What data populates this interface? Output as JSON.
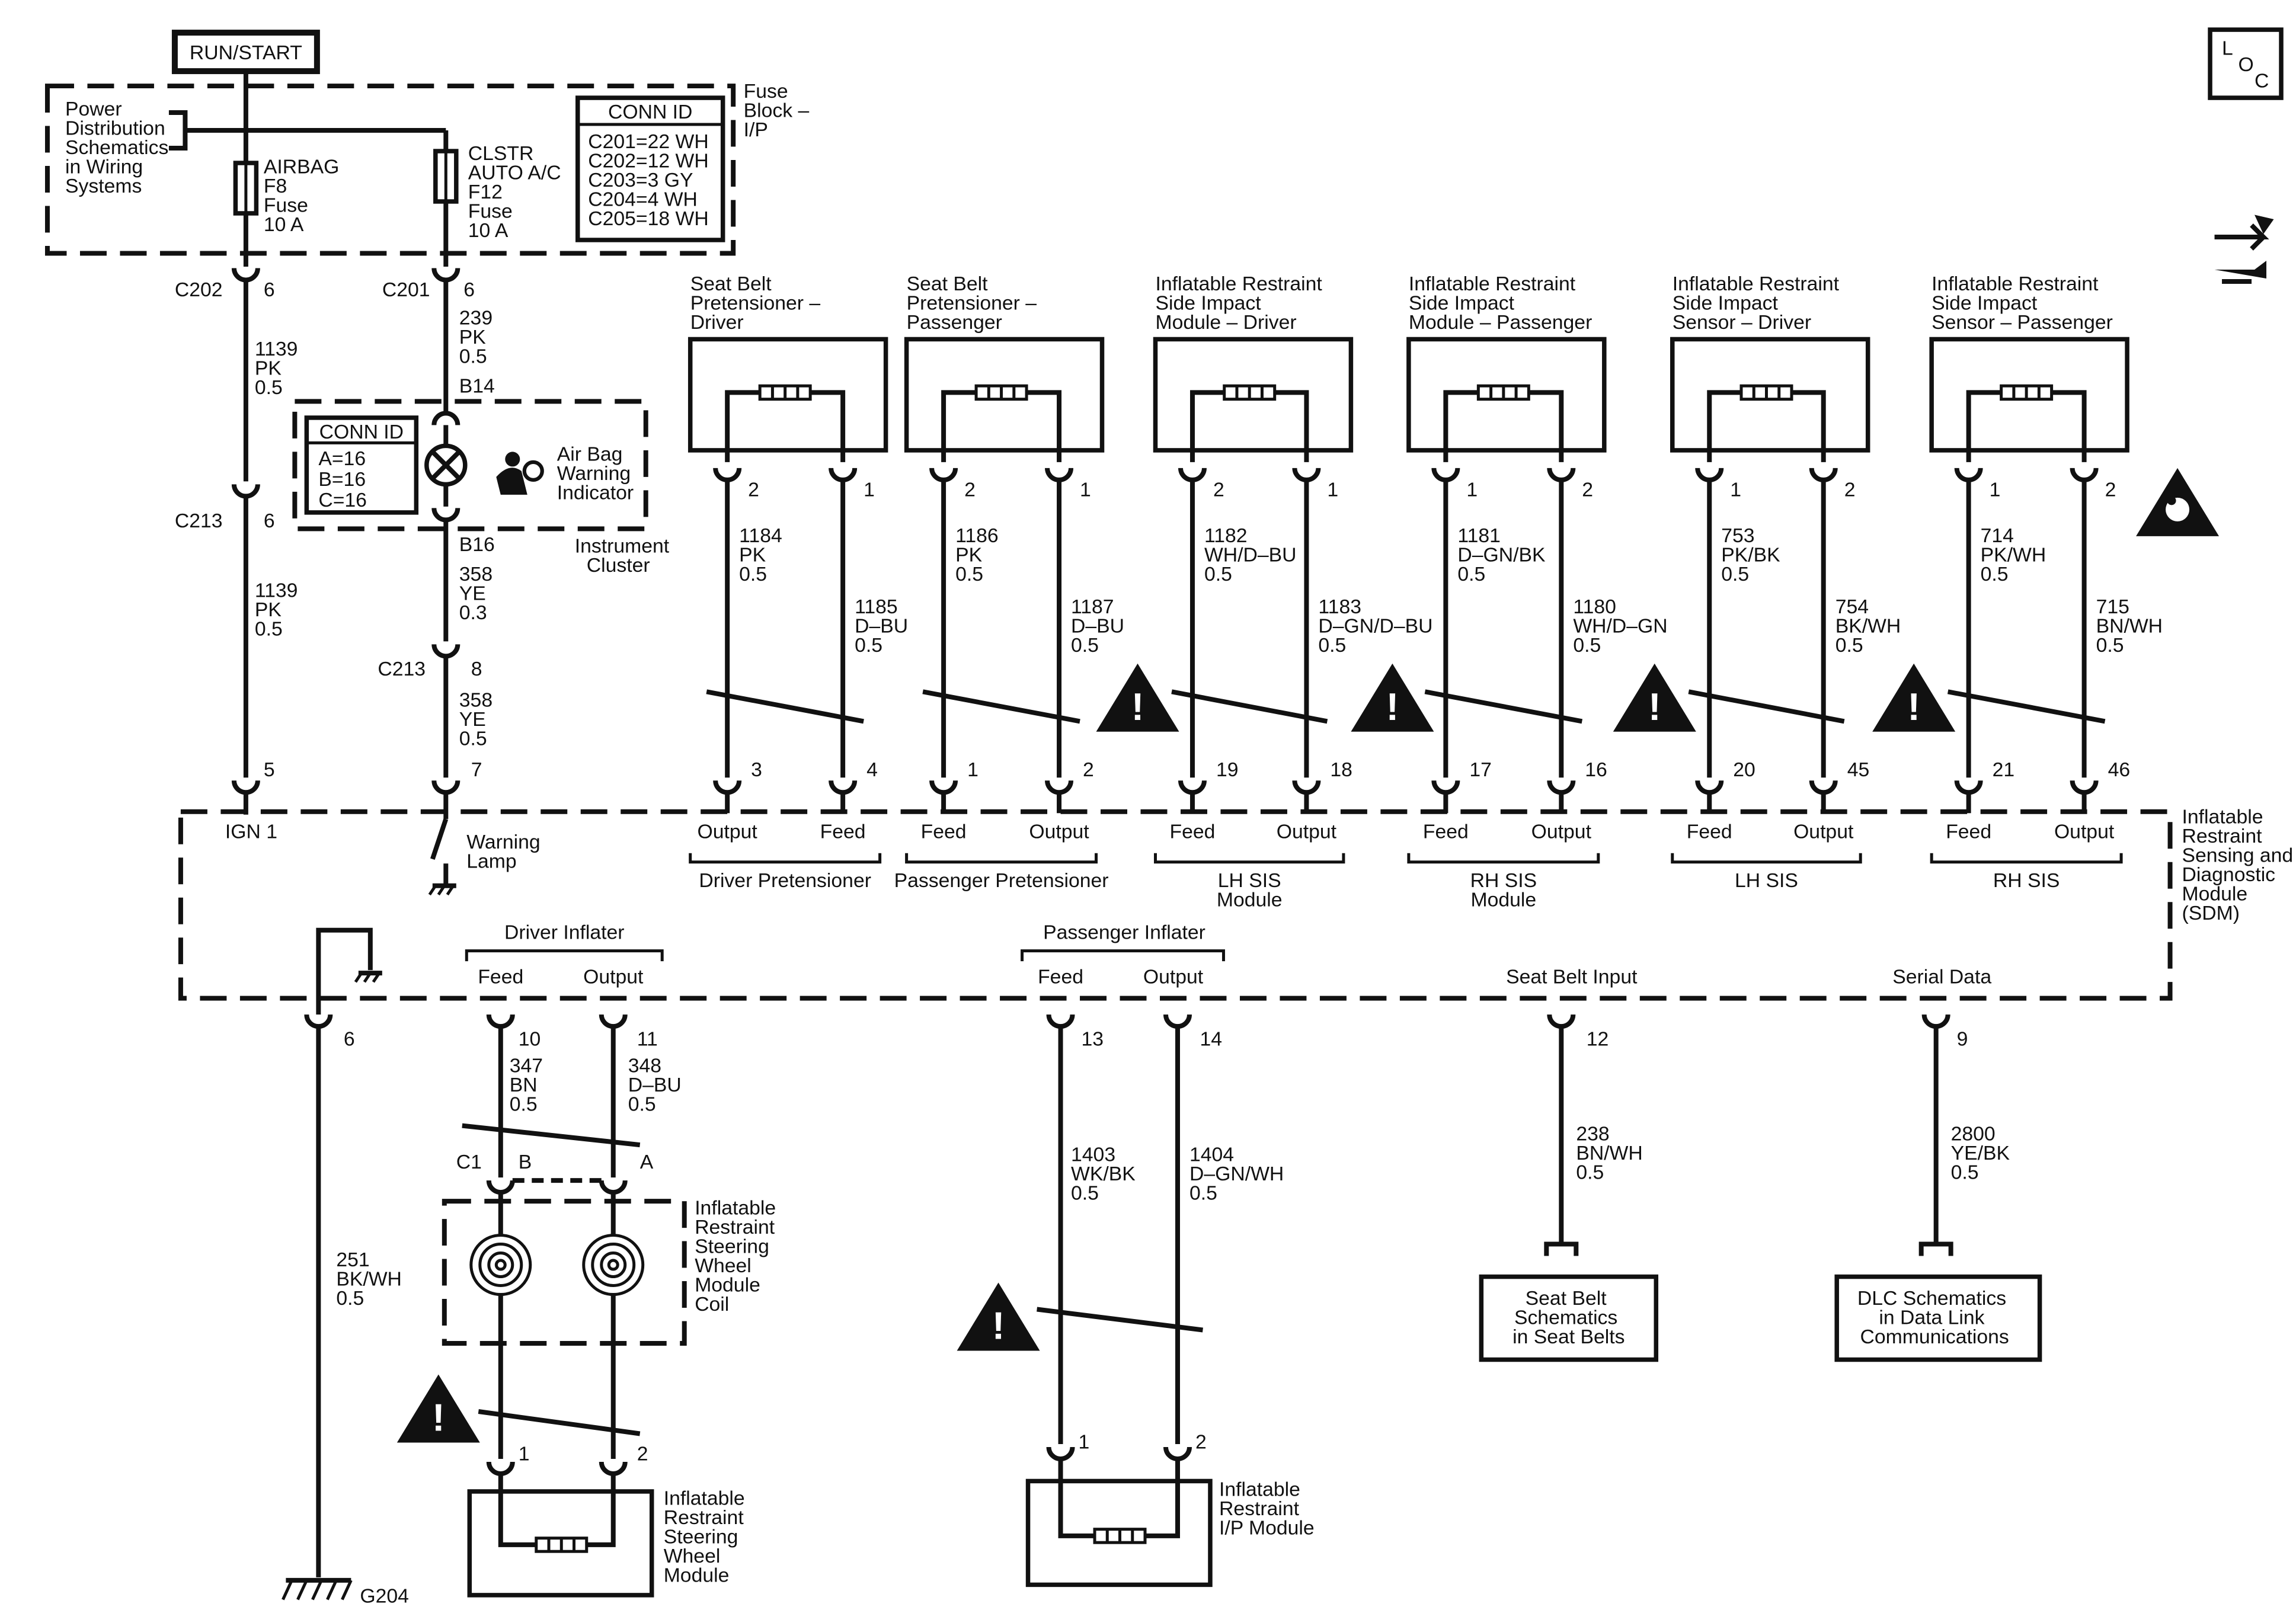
{
  "power": {
    "run_start": "RUN/START"
  },
  "fuse_block": {
    "power_dist": [
      "Power",
      "Distribution",
      "Schematics",
      "in Wiring",
      "Systems"
    ],
    "label": [
      "Fuse",
      "Block –",
      "I/P"
    ],
    "fuse1": [
      "AIRBAG",
      "F8",
      "Fuse",
      "10 A"
    ],
    "fuse2": [
      "CLSTR",
      "AUTO A/C",
      "F12",
      "Fuse",
      "10 A"
    ],
    "conn_title": "CONN ID",
    "conn_rows": [
      "C201=22 WH",
      "C202=12 WH",
      "C203=3 GY",
      "C204=4 WH",
      "C205=18 WH"
    ]
  },
  "left": {
    "c202": "C202",
    "c202_pin": "6",
    "c201": "C201",
    "c201_pin": "6",
    "w1139a": [
      "1139",
      "PK",
      "0.5"
    ],
    "w239": [
      "239",
      "PK",
      "0.5"
    ],
    "b14": "B14",
    "b16": "B16",
    "c213a": "C213",
    "c213a_pin": "6",
    "w1139b": [
      "1139",
      "PK",
      "0.5"
    ],
    "w358a": [
      "358",
      "YE",
      "0.3"
    ],
    "c213b": "C213",
    "c213b_pin": "8",
    "w358b": [
      "358",
      "YE",
      "0.5"
    ],
    "pin5": "5",
    "pin7": "7",
    "ign1": "IGN 1",
    "warning_lamp": [
      "Warning",
      "Lamp"
    ]
  },
  "cluster": {
    "conn_title": "CONN ID",
    "conn_rows": [
      "A=16",
      "B=16",
      "C=16"
    ],
    "indicator": [
      "Air Bag",
      "Warning",
      "Indicator"
    ],
    "name": [
      "Instrument",
      "Cluster"
    ]
  },
  "top_devices": [
    {
      "title": [
        "Seat Belt",
        "Pretensioner –",
        "Driver"
      ],
      "pinL": "2",
      "pinR": "1",
      "wireL": [
        "1184",
        "PK",
        "0.5"
      ],
      "wireR": [
        "1185",
        "D–BU",
        "0.5"
      ],
      "sdmL": "3",
      "sdmR": "4",
      "lblL": "Output",
      "lblR": "Feed",
      "group": [
        "Driver Pretensioner"
      ]
    },
    {
      "title": [
        "Seat Belt",
        "Pretensioner –",
        "Passenger"
      ],
      "pinL": "2",
      "pinR": "1",
      "wireL": [
        "1186",
        "PK",
        "0.5"
      ],
      "wireR": [
        "1187",
        "D–BU",
        "0.5"
      ],
      "sdmL": "1",
      "sdmR": "2",
      "lblL": "Feed",
      "lblR": "Output",
      "group": [
        "Passenger Pretensioner"
      ]
    },
    {
      "title": [
        "Inflatable Restraint",
        "Side Impact",
        "Module – Driver"
      ],
      "pinL": "2",
      "pinR": "1",
      "wireL": [
        "1182",
        "WH/D–BU",
        "0.5"
      ],
      "wireR": [
        "1183",
        "D–GN/D–BU",
        "0.5"
      ],
      "sdmL": "19",
      "sdmR": "18",
      "lblL": "Feed",
      "lblR": "Output",
      "group": [
        "LH SIS",
        "Module"
      ]
    },
    {
      "title": [
        "Inflatable Restraint",
        "Side Impact",
        "Module – Passenger"
      ],
      "pinL": "1",
      "pinR": "2",
      "wireL": [
        "1181",
        "D–GN/BK",
        "0.5"
      ],
      "wireR": [
        "1180",
        "WH/D–GN",
        "0.5"
      ],
      "sdmL": "17",
      "sdmR": "16",
      "lblL": "Feed",
      "lblR": "Output",
      "group": [
        "RH SIS",
        "Module"
      ]
    },
    {
      "title": [
        "Inflatable Restraint",
        "Side Impact",
        "Sensor – Driver"
      ],
      "pinL": "1",
      "pinR": "2",
      "wireL": [
        "753",
        "PK/BK",
        "0.5"
      ],
      "wireR": [
        "754",
        "BK/WH",
        "0.5"
      ],
      "sdmL": "20",
      "sdmR": "45",
      "lblL": "Feed",
      "lblR": "Output",
      "group": [
        "LH SIS"
      ]
    },
    {
      "title": [
        "Inflatable Restraint",
        "Side Impact",
        "Sensor – Passenger"
      ],
      "pinL": "1",
      "pinR": "2",
      "wireL": [
        "714",
        "PK/WH",
        "0.5"
      ],
      "wireR": [
        "715",
        "BN/WH",
        "0.5"
      ],
      "sdmL": "21",
      "sdmR": "46",
      "lblL": "Feed",
      "lblR": "Output",
      "group": [
        "RH SIS"
      ]
    }
  ],
  "sdm": {
    "name": [
      "Inflatable",
      "Restraint",
      "Sensing and",
      "Diagnostic",
      "Module",
      "(SDM)"
    ],
    "driver_inflater": "Driver Inflater",
    "passenger_inflater": "Passenger Inflater",
    "feed": "Feed",
    "output": "Output",
    "seat_belt_input": "Seat Belt Input",
    "serial_data": "Serial Data"
  },
  "bottom": {
    "pin6": "6",
    "pin10": "10",
    "pin11": "11",
    "pin13": "13",
    "pin14": "14",
    "pin12": "12",
    "pin9": "9",
    "w347": [
      "347",
      "BN",
      "0.5"
    ],
    "w348": [
      "348",
      "D–BU",
      "0.5"
    ],
    "c1": "C1",
    "b": "B",
    "a": "A",
    "coil": [
      "Inflatable",
      "Restraint",
      "Steering",
      "Wheel",
      "Module",
      "Coil"
    ],
    "w251": [
      "251",
      "BK/WH",
      "0.5"
    ],
    "sw_pin1": "1",
    "sw_pin2": "2",
    "sw_module": [
      "Inflatable",
      "Restraint",
      "Steering",
      "Wheel",
      "Module"
    ],
    "g204": "G204",
    "w1403": [
      "1403",
      "WK/BK",
      "0.5"
    ],
    "w1404": [
      "1404",
      "D–GN/WH",
      "0.5"
    ],
    "ip_pin1": "1",
    "ip_pin2": "2",
    "ip_module": [
      "Inflatable",
      "Restraint",
      "I/P Module"
    ],
    "w238": [
      "238",
      "BN/WH",
      "0.5"
    ],
    "w2800": [
      "2800",
      "YE/BK",
      "0.5"
    ],
    "seat_belt_sch": [
      "Seat Belt",
      "Schematics",
      "in Seat Belts"
    ],
    "dlc_sch": [
      "DLC Schematics",
      "in Data Link",
      "Communications"
    ]
  },
  "corner": {
    "loc": [
      "L",
      "O",
      "C"
    ]
  }
}
